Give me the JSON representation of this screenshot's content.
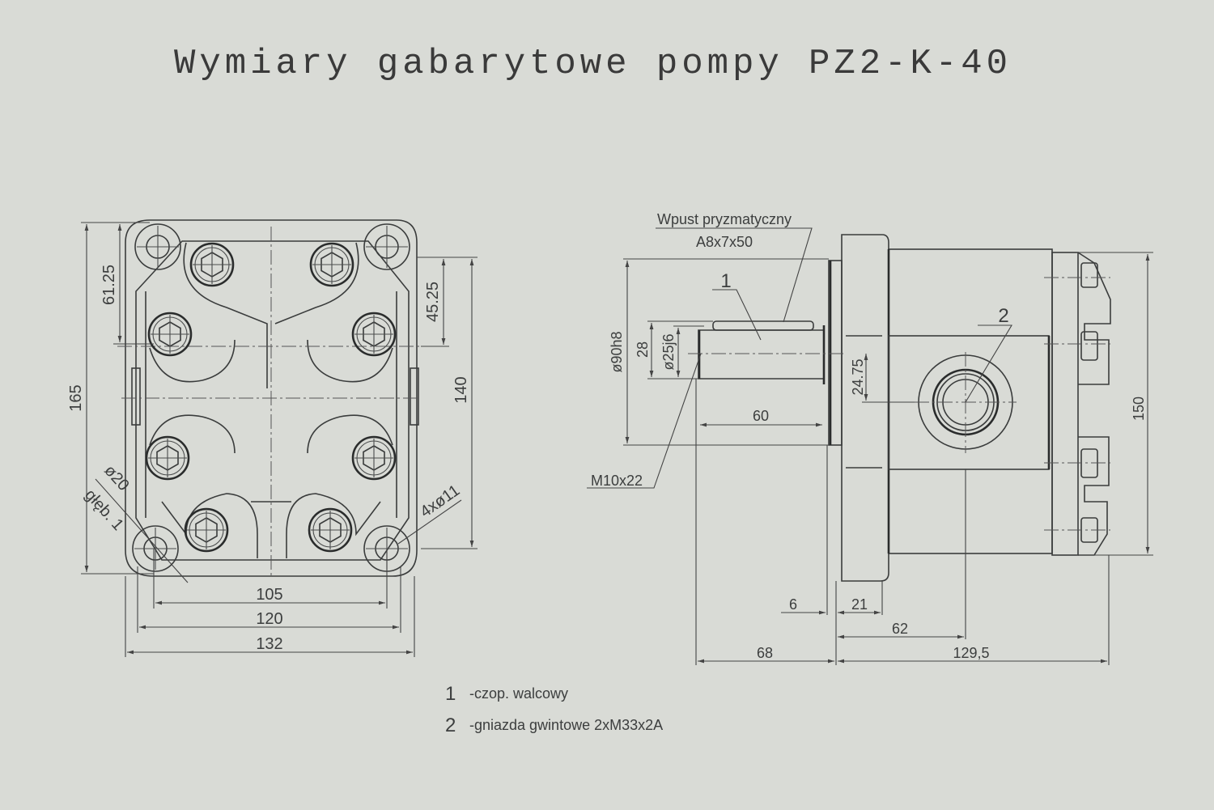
{
  "title": "Wymiary gabarytowe pompy PZ2-K-40",
  "front_view": {
    "dims": {
      "d165": "165",
      "d61_25": "61.25",
      "d45_25": "45.25",
      "d140": "140",
      "d105": "105",
      "d120": "120",
      "d132": "132",
      "hole_large": "ø20",
      "hole_depth": "głęb. 1",
      "holes_small": "4xø11"
    }
  },
  "side_view": {
    "key_label": "Wpust pryzmatyczny",
    "key_size": "A8x7x50",
    "callout_1": "1",
    "callout_2": "2",
    "thread": "M10x22",
    "dims": {
      "d90h8": "ø90h8",
      "d28": "28",
      "d25j6": "ø25j6",
      "d60": "60",
      "d24_75": "24.75",
      "d150": "150",
      "d6": "6",
      "d21": "21",
      "d62": "62",
      "d68": "68",
      "d129_5": "129,5"
    }
  },
  "legend": [
    {
      "num": "1",
      "text": "-czop. walcowy"
    },
    {
      "num": "2",
      "text": "-gniazda gwintowe 2xM33x2A"
    }
  ]
}
